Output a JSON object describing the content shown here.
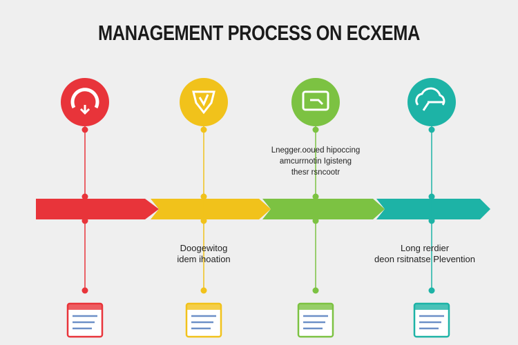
{
  "title": "MANAGEMENT PROCESS ON ECXEMA",
  "steps": [
    {
      "color": "#e8343a",
      "icon": "refresh-download-icon",
      "label_lines": []
    },
    {
      "color": "#f1c21b",
      "icon": "shield-check-icon",
      "label_lines": [
        "Doogewitog",
        "idem ihoation"
      ]
    },
    {
      "color": "#7cc242",
      "icon": "chat-screen-icon",
      "label_lines": [
        "Lnegger.ooued hipoccing",
        "amcurrnotin Igisteng",
        "thesr rsncootr"
      ]
    },
    {
      "color": "#1db3a6",
      "icon": "cloud-key-icon",
      "label_lines": [
        "Long rerdier",
        "deon rsitnatse Plevention"
      ]
    }
  ]
}
